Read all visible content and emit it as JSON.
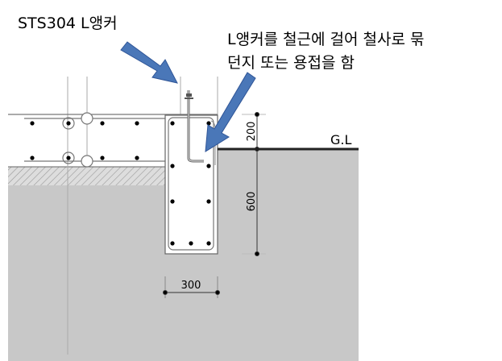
{
  "labels": {
    "anchor_title": "STS304 L앵커",
    "note_line1": "L앵커를 철근에 걸어 철사로 묶",
    "note_line2": "던지 또는 용접을 함",
    "ground_level": "G.L",
    "dim_top": "200",
    "dim_depth": "600",
    "dim_width": "300"
  },
  "colors": {
    "arrow": "#4a77b8",
    "ground": "#c8c8c8"
  }
}
